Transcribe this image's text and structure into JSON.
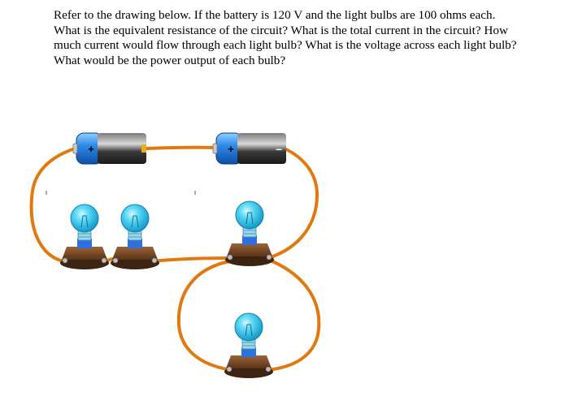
{
  "question": {
    "lines": [
      "Refer to the drawing below.  If the battery is 120 V and the light bulbs are 100 ohms each.",
      "What is the equivalent resistance of the circuit?  What is the total current in the circuit?  How",
      "much current would flow through each light bulb?  What is the voltage across each light bulb?",
      "What would be the power output of each bulb?"
    ]
  },
  "diagram": {
    "battery_plus_symbol": "+",
    "battery_minus_symbol": "–",
    "battery_count": 2,
    "bulb_count": 4,
    "colors": {
      "wire": "#f08c1a",
      "bulb_glass": "#4fd4f2",
      "bulb_glass_dark": "#1aa9d6",
      "bulb_base": "#2f6fe0",
      "bulb_holder": "#7a4a2a",
      "battery_cap": "#2f8ae6",
      "battery_body": "#3a3a3a",
      "battery_terminal": "#e8b020"
    }
  }
}
